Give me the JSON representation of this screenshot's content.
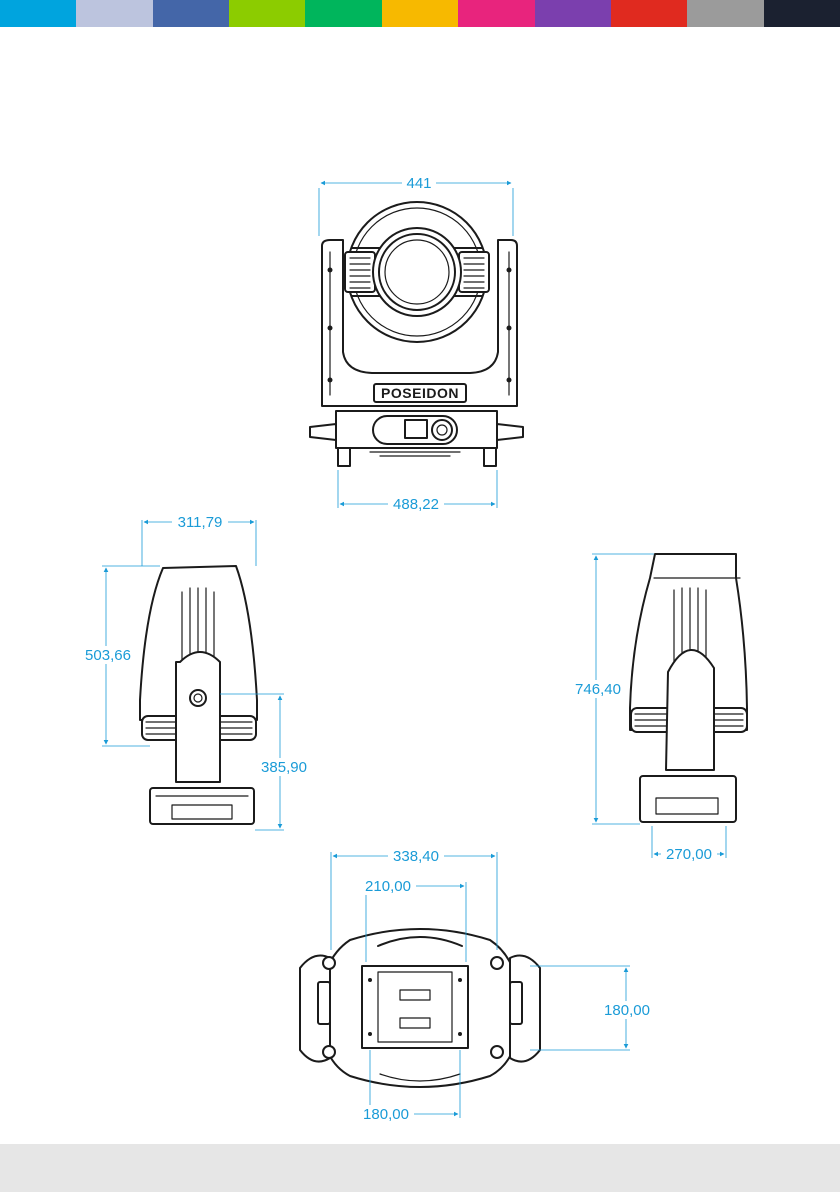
{
  "palette": {
    "accent": "#1a9bd7",
    "line": "#1b1b1b",
    "footer": "#e6e6e6"
  },
  "color_bar": [
    "#00a4de",
    "#bcc4de",
    "#4466a8",
    "#8ccc00",
    "#00b55c",
    "#f7b900",
    "#e8247d",
    "#7b3fae",
    "#e02a1f",
    "#9b9b9b",
    "#1b2130"
  ],
  "front_view": {
    "logo_text": "POSEIDON",
    "width_label": "441",
    "base_width_label": "488,22"
  },
  "side_view": {
    "depth_label": "311,79",
    "head_height_label": "503,66",
    "yoke_height_label": "385,90"
  },
  "rear_view": {
    "total_height_label": "746,40",
    "base_depth_label": "270,00"
  },
  "bottom_view": {
    "outer_width_label": "338,40",
    "inner_width_label": "210,00",
    "mount_height_label": "180,00",
    "mount_width_label": "180,00"
  }
}
